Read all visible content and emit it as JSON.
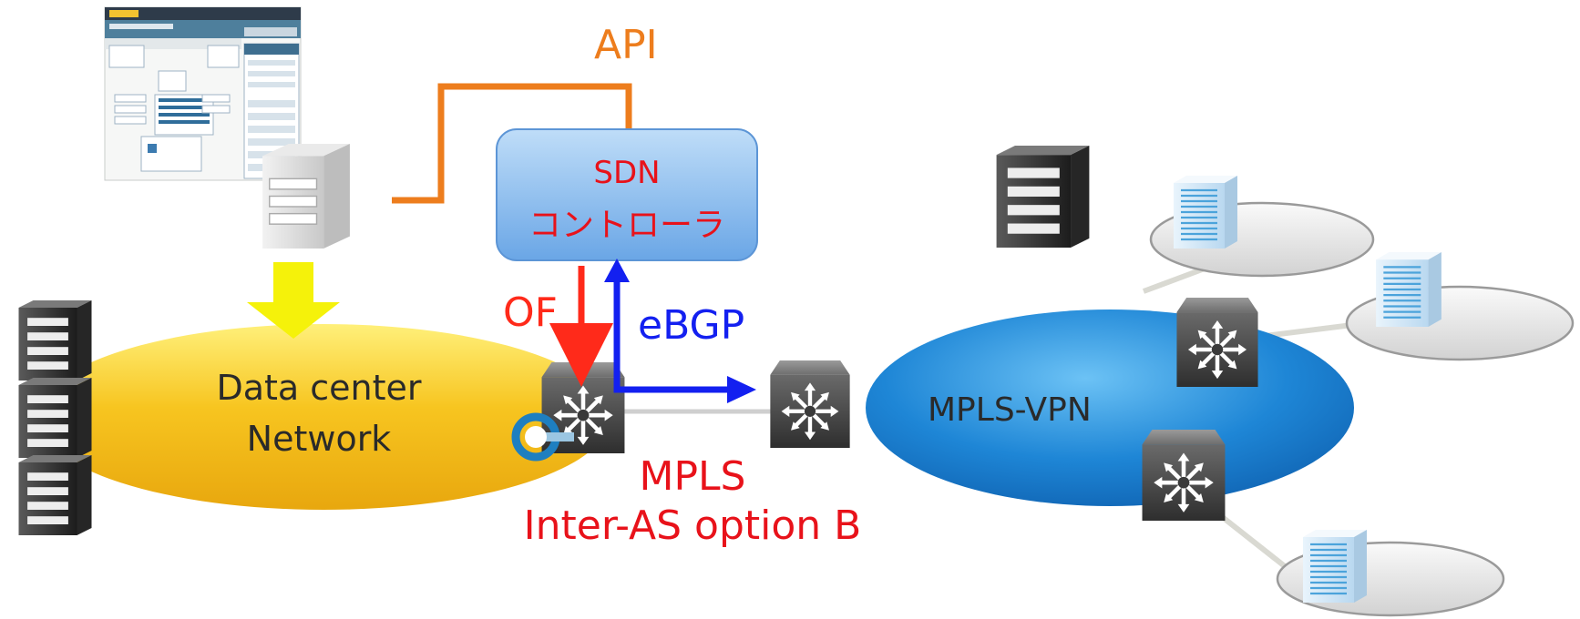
{
  "labels": {
    "api": "API",
    "sdn_line1": "SDN",
    "sdn_line2": "コントローラ",
    "of": "OF",
    "ebgp": "eBGP",
    "dc_line1": "Data center",
    "dc_line2": "Network",
    "mpls_vpn": "MPLS-VPN",
    "mpls_line1": "MPLS",
    "mpls_line2": "Inter-AS option B"
  },
  "colors": {
    "api_orange": "#ED7D1D",
    "of_red": "#FF2A1A",
    "ebgp_blue": "#1320F0",
    "sdn_box": "#7CB1E8",
    "dc_ellipse": "#F7C520",
    "mpls_ellipse": "#1E86D6",
    "label_red": "#E8121A",
    "yellow_arrow": "#F5F20A"
  },
  "icons": {
    "portal": "web-portal-screenshot-icon",
    "orchestrator": "server-tower-icon",
    "dc_servers": "server-rack-icon",
    "router": "router-icon",
    "customer_server": "server-icon"
  }
}
